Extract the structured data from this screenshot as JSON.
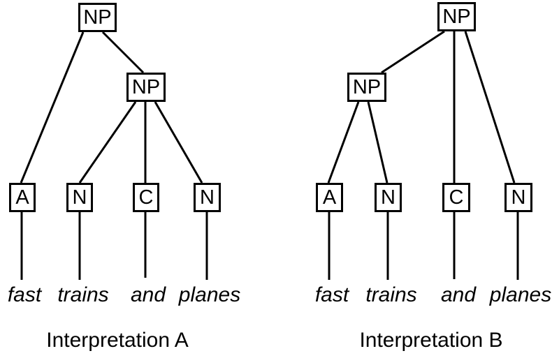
{
  "figure": {
    "background_color": "#ffffff",
    "line_color": "#000000",
    "phrase_words": [
      "fast",
      "trains",
      "and",
      "planes"
    ]
  },
  "trees": [
    {
      "id": "A",
      "caption": "Interpretation A",
      "root_label": "NP",
      "inner_label": "NP",
      "root_children": [
        "A",
        "NP"
      ],
      "inner_children": [
        "N",
        "C",
        "N"
      ],
      "leaves": [
        {
          "label": "A",
          "word": "fast"
        },
        {
          "label": "N",
          "word": "trains"
        },
        {
          "label": "C",
          "word": "and"
        },
        {
          "label": "N",
          "word": "planes"
        }
      ]
    },
    {
      "id": "B",
      "caption": "Interpretation B",
      "root_label": "NP",
      "inner_label": "NP",
      "root_children": [
        "NP",
        "C",
        "N"
      ],
      "inner_children": [
        "A",
        "N"
      ],
      "leaves": [
        {
          "label": "A",
          "word": "fast"
        },
        {
          "label": "N",
          "word": "trains"
        },
        {
          "label": "C",
          "word": "and"
        },
        {
          "label": "N",
          "word": "planes"
        }
      ]
    }
  ]
}
